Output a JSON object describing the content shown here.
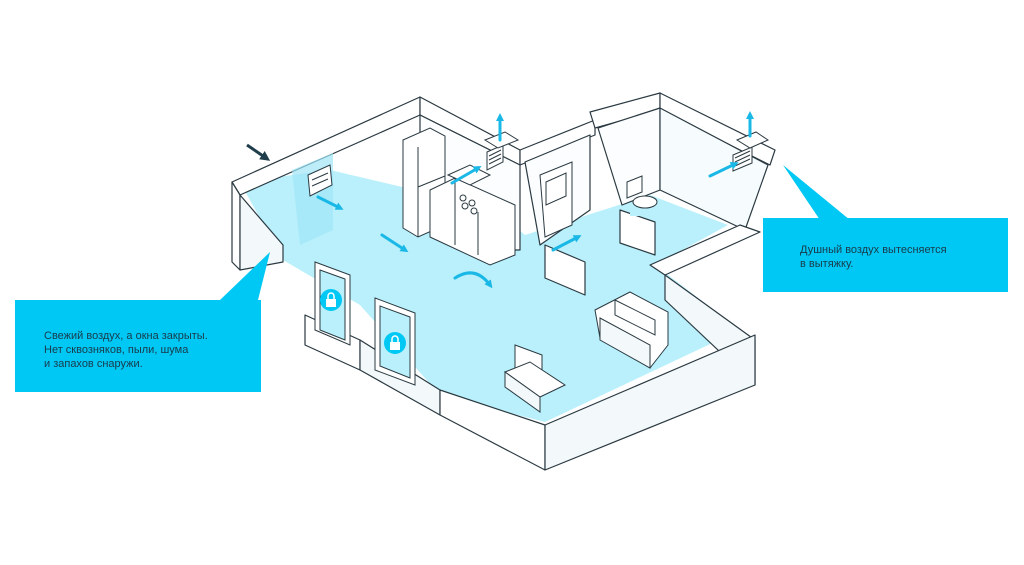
{
  "colors": {
    "accent": "#00c8f5",
    "floor": "#b9f0fb",
    "arrow": "#1ab8e6",
    "outline": "#2b3a42",
    "incoming_arrow": "#1f3d4a"
  },
  "callouts": {
    "fresh_air": {
      "lines": [
        "Свежий воздух, а окна закрыты.",
        "Нет сквозняков, пыли, шума",
        "и запахов снаружи."
      ]
    },
    "stale_air": {
      "lines": [
        "Душный воздух вытесняется",
        "в вытяжку."
      ]
    }
  },
  "icons": {
    "window_lock": "lock-icon",
    "airflow": "arrow-icon",
    "exhaust": "exhaust-vent-icon"
  }
}
